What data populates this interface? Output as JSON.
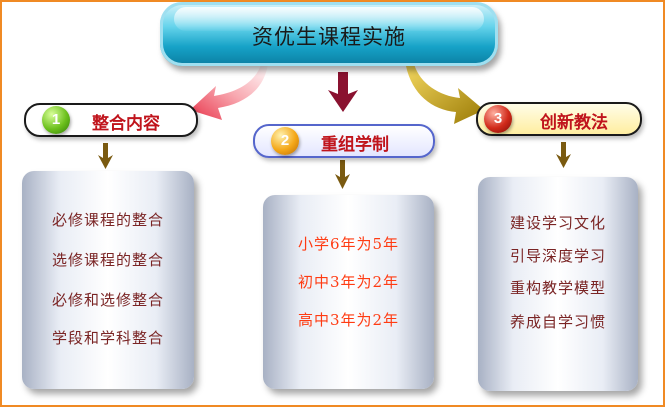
{
  "title": "资优生课程实施",
  "branches": [
    {
      "number": "1",
      "label": "整合内容",
      "items": [
        "必修课程的整合",
        "选修课程的整合",
        "必修和选修整合",
        "学段和学科整合"
      ]
    },
    {
      "number": "2",
      "label": "重组学制",
      "items": [
        "小学6年为5年",
        "初中3年为2年",
        "高中3年为2年"
      ]
    },
    {
      "number": "3",
      "label": "创新教法",
      "items": [
        "建设学习文化",
        "引导深度学习",
        "重构教学模型",
        "养成自学习惯"
      ]
    }
  ],
  "colors": {
    "frame_border": "#f08a24",
    "title_fill": "#16a2c7",
    "label_text": "#c0141c",
    "arrow_left": "#f26a7a",
    "arrow_center": "#8a1230",
    "arrow_right": "#b8960a",
    "small_arrow": "#7a5a10",
    "item_text_dark": "#7a2424",
    "item_text_bright": "#ff3b12"
  }
}
